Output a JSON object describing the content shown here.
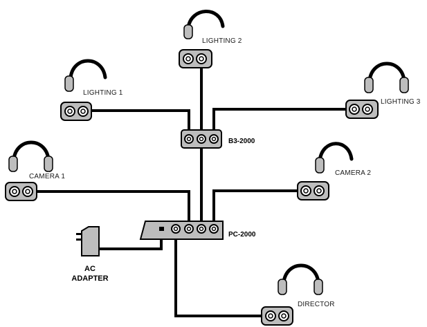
{
  "labels": {
    "lighting_2": "LIGHTING 2",
    "lighting_1": "LIGHTING 1",
    "lighting_3": "LIGHTING 3",
    "b3_2000": "B3-2000",
    "camera_1": "CAMERA 1",
    "camera_2": "CAMERA 2",
    "pc_2000": "PC-2000",
    "ac_line1": "AC",
    "ac_line2": "ADAPTER",
    "director": "DIRECTOR"
  },
  "colors": {
    "line": "#000000",
    "device_fill": "#bdbdbd",
    "background": "#ffffff"
  }
}
